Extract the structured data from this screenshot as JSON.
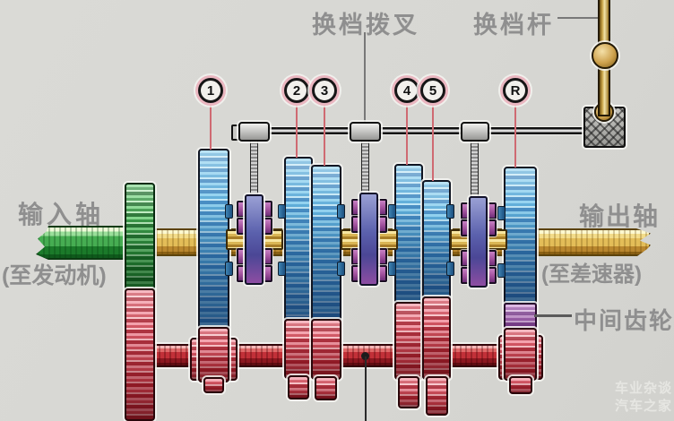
{
  "callouts": {
    "shift_fork": "换档拨叉",
    "shift_lever": "换档杆",
    "input_shaft": "输入轴",
    "input_shaft_note": "(至发动机)",
    "output_shaft": "输出轴",
    "output_shaft_note": "(至差速器)",
    "intermediate_gear": "中间齿轮"
  },
  "gear_badges": [
    "1",
    "2",
    "3",
    "4",
    "5",
    "R"
  ],
  "watermark": {
    "line1": "车业杂谈",
    "line2": "汽车之家"
  },
  "colors": {
    "background": "#d8d8d4",
    "gear_blue_light": "#8fd0ee",
    "gear_blue_dark": "#1c4f7e",
    "gear_red": "#c23038",
    "gear_green": "#2f8f3e",
    "output_shaft_yellow": "#e3bd58",
    "synchro_purple": "#8c3c8c",
    "sleeve_blue": "#5056a0",
    "lever_tan": "#c9a345",
    "callout_line_red": "#cf6a72",
    "label_gray": "#8f8f8f"
  }
}
